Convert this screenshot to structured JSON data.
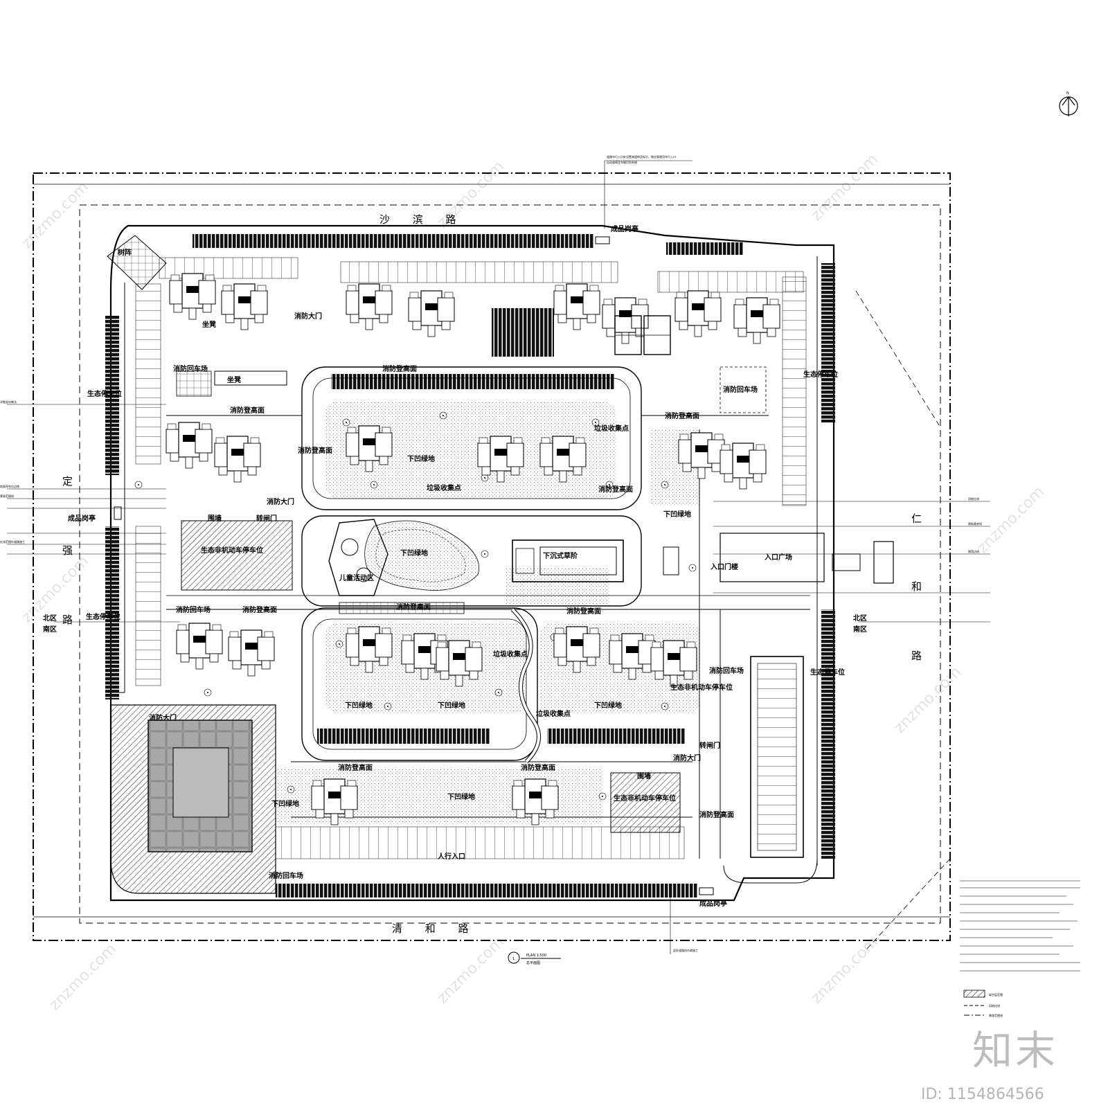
{
  "roads": {
    "north": "沙 滨 路",
    "south": "清 和 路",
    "west": [
      "定",
      "强",
      "路"
    ],
    "east": [
      "仁",
      "和",
      "路"
    ]
  },
  "compass": {
    "label": "N"
  },
  "labels": {
    "guardhouse_n": "成品岗亭",
    "guardhouse_w": "成品岗亭",
    "guardhouse_s": "成品岗亭",
    "arbor": "树阵",
    "fire_gate_nw": "消防大门",
    "fire_gate_w": "消防大门",
    "fire_gate_sw": "消防大门",
    "fire_gate_se": "消防大门",
    "seat_1": "坐凳",
    "seat_2": "坐凳",
    "fire_turn_nw": "消防回车场",
    "fire_turn_ne": "消防回车场",
    "fire_turn_w": "消防回车场",
    "fire_turn_e": "消防回车场",
    "fire_turn_s": "消防回车场",
    "eco_parking_w1": "生态停车位",
    "eco_parking_w2": "生态停车位",
    "eco_parking_ne": "生态停车位",
    "eco_parking_e": "生态停车位",
    "fire_climb_1": "消防登高面",
    "fire_climb_2": "消防登高面",
    "fire_climb_3": "消防登高面",
    "fire_climb_4": "消防登高面",
    "fire_climb_5": "消防登高面",
    "fire_climb_6": "消防登高面",
    "fire_climb_7": "消防登高面",
    "fire_climb_8": "消防登高面",
    "fire_climb_9": "消防登高面",
    "fire_climb_10": "消防登高面",
    "fire_climb_11": "消防登高面",
    "sunken_green_1": "下凹绿地",
    "sunken_green_2": "下凹绿地",
    "sunken_green_3": "下凹绿地",
    "sunken_green_4": "下凹绿地",
    "sunken_green_5": "下凹绿地",
    "sunken_green_6": "下凹绿地",
    "sunken_green_7": "下凹绿地",
    "sunken_green_8": "下凹绿地",
    "garbage_1": "垃圾收集点",
    "garbage_2": "垃圾收集点",
    "garbage_3": "垃圾收集点",
    "garbage_4": "垃圾收集点",
    "wall_w": "围墙",
    "wall_s": "围墙",
    "turnstile_w": "转闸门",
    "turnstile_s": "转闸门",
    "bike_parking_w": "生态非机动车停车位",
    "bike_parking_s": "生态非机动车停车位",
    "bike_parking_e": "生态非机动车停车位",
    "sunken_lawn": "下沉式草阶",
    "kids_play": "儿童活动区",
    "entrance_plaza": "入口广场",
    "entrance_gate": "入口门楼",
    "ped_entrance": "人行入口",
    "north_zone_w": "北区",
    "south_zone_w": "南区",
    "north_zone_e": "北区",
    "south_zone_e": "南区",
    "scale_title": "PLAN 1:500",
    "scale_sub": "总平面图",
    "scale_num": "1"
  },
  "annotations": [
    "道路车行入口处设置减速带及标识，物业管理用车行入口",
    "自动道闸及车辆识别系统",
    "详细竖向做法",
    "地面停车位边线",
    "景观范围线",
    "用地红线",
    "建筑基底线",
    "围墙边线",
    "红线范围外道路施工",
    "此处道路由市政施工"
  ],
  "legend": [
    {
      "name": "hatch",
      "text": "架空层范围"
    },
    {
      "name": "dash",
      "text": "用地红线"
    },
    {
      "name": "dashdot",
      "text": "景观范围线"
    }
  ],
  "watermark": "znzmo.com",
  "brand": "知末",
  "image_id": "ID: 1154864566"
}
